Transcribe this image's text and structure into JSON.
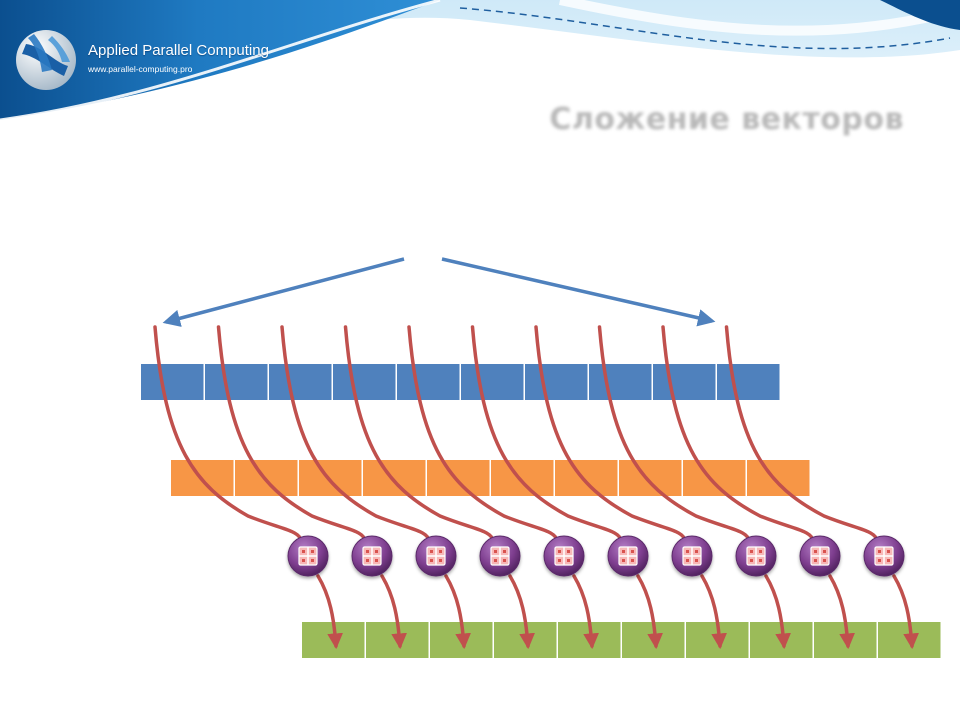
{
  "header": {
    "brand_name": "Applied Parallel Computing",
    "brand_url": "www.parallel-computing.pro"
  },
  "slide": {
    "title": "Сложение векторов"
  },
  "colors": {
    "vector_a": "#4f81bd",
    "vector_b": "#f79646",
    "vector_c": "#9bbb59",
    "thread_arrow": "#c0504d",
    "split_arrow": "#4f81bd",
    "adder_node": "#7e3e8f"
  },
  "diagram": {
    "element_count": 10,
    "icons": {
      "adder": "adder-icon",
      "logo": "globe-logo-icon"
    }
  }
}
